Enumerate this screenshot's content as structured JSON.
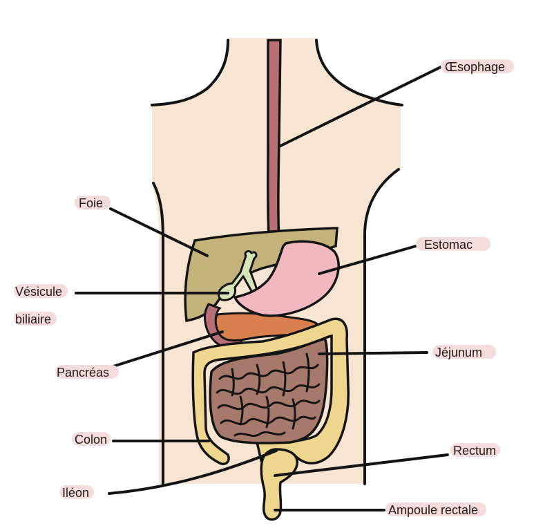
{
  "colors": {
    "skin": "#f7e4d2",
    "outline": "#141414",
    "esophagus": "#b96f78",
    "liver": "#c3b27a",
    "gallbladder": "#d7e6b8",
    "stomach": "#f1b8c0",
    "pancreas": "#d9804f",
    "duodenum": "#b96f78",
    "colon": "#efd68f",
    "jejunum": "#a7796d",
    "label_highlight": "#f5dcdc"
  },
  "labels": {
    "esophagus": "Œsophage",
    "liver": "Foie",
    "stomach": "Estomac",
    "gallbladder_line1": "Vésicule",
    "gallbladder_line2": "biliaire",
    "jejunum": "Jéjunum",
    "pancreas": "Pancréas",
    "colon": "Colon",
    "rectum": "Rectum",
    "ileum": "Iléon",
    "rectal_ampulla": "Ampoule rectale"
  }
}
